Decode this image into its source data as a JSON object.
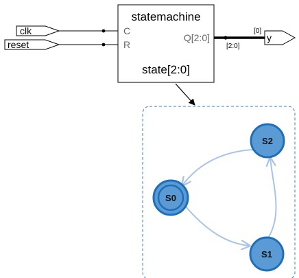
{
  "inputs": [
    {
      "label": "clk",
      "port": "C"
    },
    {
      "label": "reset",
      "port": "R"
    }
  ],
  "block": {
    "title": "statemachine",
    "output_port": "Q[2:0]",
    "state_label": "state[2:0]"
  },
  "output": {
    "bus_range": "[2:0]",
    "bit_index": "[0]",
    "label": "y"
  },
  "fsm": {
    "states": [
      {
        "name": "S0",
        "initial": true
      },
      {
        "name": "S1",
        "initial": false
      },
      {
        "name": "S2",
        "initial": false
      }
    ],
    "transitions": [
      {
        "from": "S0",
        "to": "S1"
      },
      {
        "from": "S1",
        "to": "S2"
      },
      {
        "from": "S2",
        "to": "S0"
      }
    ]
  },
  "colors": {
    "state_fill": "#5b9bd5",
    "state_stroke": "#1f6fb8",
    "transition": "#a9c4e4",
    "frame": "#3c7bbf",
    "wire": "#000000"
  }
}
